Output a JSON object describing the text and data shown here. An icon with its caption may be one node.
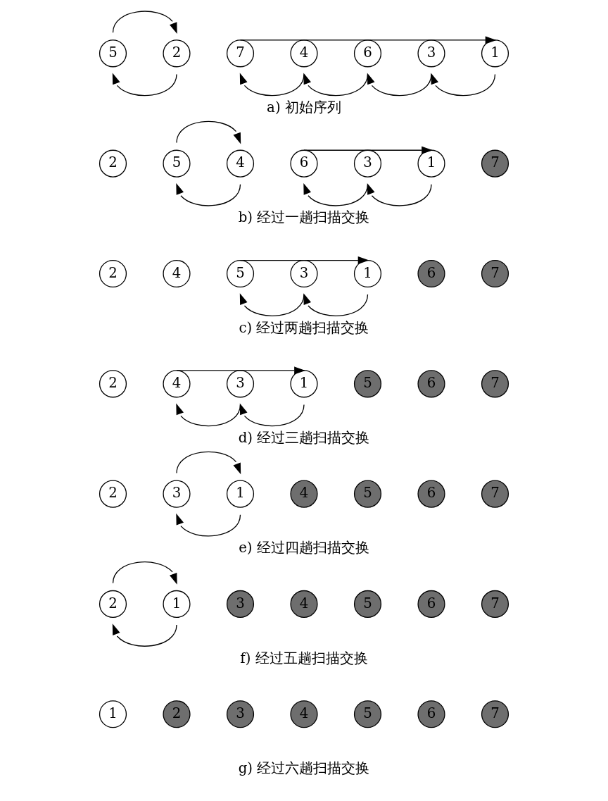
{
  "diagram": {
    "nodes": [
      {
        "text": [
          "5"
        ]
      },
      {
        "text": [
          "2"
        ]
      },
      {
        "text": [
          "7"
        ]
      },
      {
        "text": [
          "4"
        ]
      },
      {
        "text": [
          "6"
        ]
      },
      {
        "text": [
          "3"
        ]
      },
      {
        "text": [
          "1"
        ]
      },
      {
        "text": [
          "2"
        ]
      },
      {
        "text": [
          "5"
        ]
      },
      {
        "text": [
          "4"
        ]
      },
      {
        "text": [
          "6"
        ]
      },
      {
        "text": [
          "3"
        ]
      },
      {
        "text": [
          "1"
        ]
      },
      {
        "text": [
          "7"
        ]
      },
      {
        "text": [
          "2"
        ]
      },
      {
        "text": [
          "4"
        ]
      },
      {
        "text": [
          "5"
        ]
      },
      {
        "text": [
          "3"
        ]
      },
      {
        "text": [
          "1"
        ]
      },
      {
        "text": [
          "6"
        ]
      },
      {
        "text": [
          "7"
        ]
      },
      {
        "text": [
          "2"
        ]
      },
      {
        "text": [
          "4"
        ]
      },
      {
        "text": [
          "3"
        ]
      },
      {
        "text": [
          "1"
        ]
      },
      {
        "text": [
          "5"
        ]
      },
      {
        "text": [
          "6"
        ]
      },
      {
        "text": [
          "7"
        ]
      },
      {
        "text": [
          "2"
        ]
      },
      {
        "text": [
          "3"
        ]
      },
      {
        "text": [
          "1"
        ]
      },
      {
        "text": [
          "4"
        ]
      },
      {
        "text": [
          "5"
        ]
      },
      {
        "text": [
          "6"
        ]
      },
      {
        "text": [
          "7"
        ]
      },
      {
        "text": [
          "2"
        ]
      },
      {
        "text": [
          "1"
        ]
      },
      {
        "text": [
          "3"
        ]
      },
      {
        "text": [
          "4"
        ]
      },
      {
        "text": [
          "5"
        ]
      },
      {
        "text": [
          "6"
        ]
      },
      {
        "text": [
          "7"
        ]
      },
      {
        "text": [
          "1"
        ]
      },
      {
        "text": [
          "2"
        ]
      },
      {
        "text": [
          "3"
        ]
      },
      {
        "text": [
          "4"
        ]
      },
      {
        "text": [
          "5"
        ]
      },
      {
        "text": [
          "6"
        ]
      },
      {
        "text": [
          "7"
        ]
      }
    ],
    "edges": [
      {
        "from": 0,
        "to": 1,
        "arrow": "to"
      },
      {
        "from": 1,
        "to": 0,
        "arrow": "to"
      },
      {
        "from": 2,
        "to": 6,
        "arrow": "to"
      },
      {
        "from": 3,
        "to": 2,
        "arrow": "to"
      },
      {
        "from": 4,
        "to": 3,
        "arrow": "to"
      },
      {
        "from": 5,
        "to": 4,
        "arrow": "to"
      },
      {
        "from": 6,
        "to": 5,
        "arrow": "to"
      },
      {
        "from": 8,
        "to": 9,
        "arrow": "to"
      },
      {
        "from": 9,
        "to": 8,
        "arrow": "to"
      },
      {
        "from": 10,
        "to": 12,
        "arrow": "to"
      },
      {
        "from": 11,
        "to": 10,
        "arrow": "to"
      },
      {
        "from": 12,
        "to": 11,
        "arrow": "to"
      },
      {
        "from": 16,
        "to": 18,
        "arrow": "to"
      },
      {
        "from": 17,
        "to": 16,
        "arrow": "to"
      },
      {
        "from": 18,
        "to": 17,
        "arrow": "to"
      },
      {
        "from": 22,
        "to": 24,
        "arrow": "to"
      },
      {
        "from": 23,
        "to": 22,
        "arrow": "to"
      },
      {
        "from": 24,
        "to": 23,
        "arrow": "to"
      },
      {
        "from": 29,
        "to": 30,
        "arrow": "to"
      },
      {
        "from": 30,
        "to": 29,
        "arrow": "to"
      },
      {
        "from": 35,
        "to": 36,
        "arrow": "to"
      },
      {
        "from": 36,
        "to": 35,
        "arrow": "to"
      }
    ],
    "labels": [
      "a) 初始序列",
      "b) 经过一趟扫描交换",
      "c) 经过两趟扫描交换",
      "d) 经过三趟扫描交换",
      "e) 经过四趟扫描交换",
      "f) 经过五趟扫描交换",
      "g) 经过六趟扫描交换"
    ]
  }
}
